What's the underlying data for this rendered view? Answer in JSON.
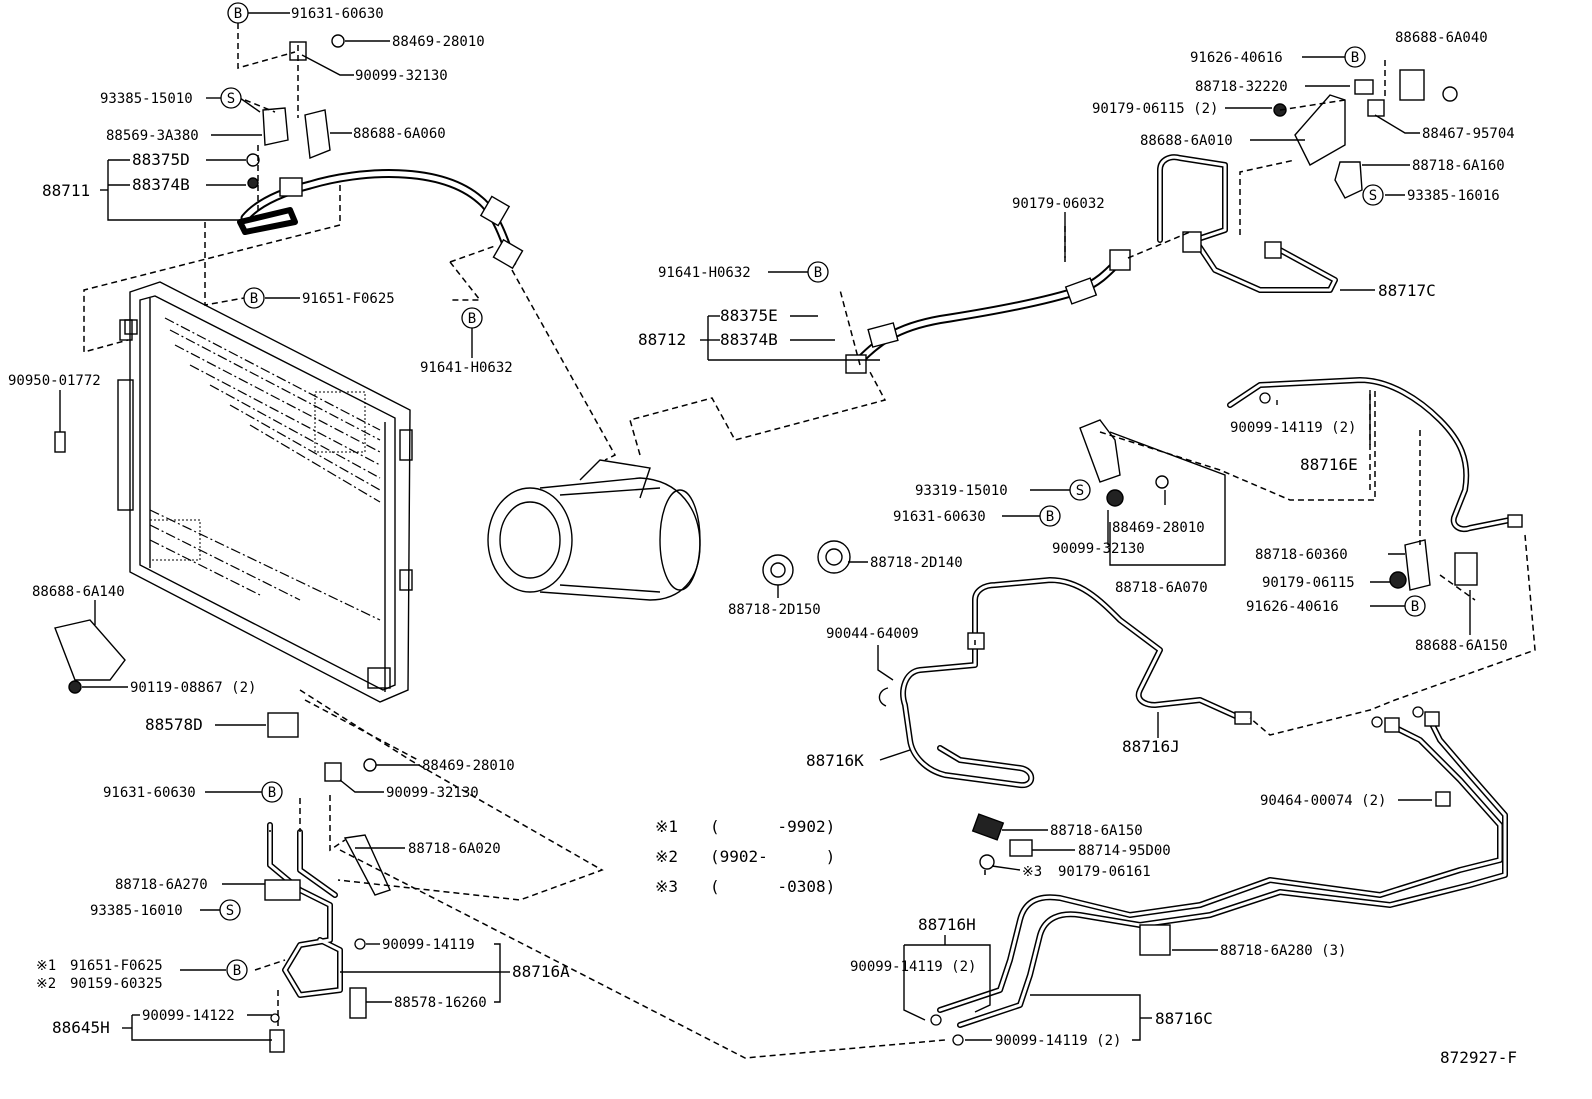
{
  "diagram": {
    "drawing_number": "872927-F",
    "footnotes": [
      {
        "mark": "※1",
        "range": "(      -9902)"
      },
      {
        "mark": "※2",
        "range": "(9902-      )"
      },
      {
        "mark": "※3",
        "range": "(      -0308)"
      }
    ],
    "labels": {
      "p91631_60630_top": "91631-60630",
      "p88469_28010_top": "88469-28010",
      "p90099_32130_top": "90099-32130",
      "p93385_15010": "93385-15010",
      "p88569_3A380": "88569-3A380",
      "p88688_6A060": "88688-6A060",
      "p88375D": "88375D",
      "p88374B": "88374B",
      "p88711": "88711",
      "p91651_F0625_left": "91651-F0625",
      "p91641_H0632_left": "91641-H0632",
      "p90950_01772": "90950-01772",
      "p88688_6A140": "88688-6A140",
      "p90119_08867": "90119-08867 (2)",
      "p88578D": "88578D",
      "p91631_60630_bot": "91631-60630",
      "p88469_28010_bot": "88469-28010",
      "p90099_32130_bot": "90099-32130",
      "p88718_6A020": "88718-6A020",
      "p88718_6A270": "88718-6A270",
      "p93385_16010": "93385-16010",
      "p91651_F0625_bot": "91651-F0625",
      "p90159_60325": "90159-60325",
      "p90099_14119_a": "90099-14119",
      "p88716A": "88716A",
      "p88578_16260": "88578-16260",
      "p90099_14122": "90099-14122",
      "p88645H": "88645H",
      "p91641_H0632_mid": "91641-H0632",
      "p88375E": "88375E",
      "p88374B_mid": "88374B",
      "p88712": "88712",
      "p90179_06032": "90179-06032",
      "p91626_40616_top": "91626-40616",
      "p88718_32220": "88718-32220",
      "p90179_06115_top": "90179-06115 (2)",
      "p88688_6A010": "88688-6A010",
      "p88688_6A040": "88688-6A040",
      "p88467_95704": "88467-95704",
      "p88718_6A160": "88718-6A160",
      "p93385_16016": "93385-16016",
      "p88717C": "88717C",
      "p90099_14119_e": "90099-14119 (2)",
      "p88716E": "88716E",
      "p93319_15010": "93319-15010",
      "p91631_60630_mid": "91631-60630",
      "p88469_28010_mid": "88469-28010",
      "p90099_32130_mid": "90099-32130",
      "p88718_6A070": "88718-6A070",
      "p88718_2D140": "88718-2D140",
      "p88718_2D150": "88718-2D150",
      "p90044_64009": "90044-64009",
      "p88718_60360": "88718-60360",
      "p90179_06115_r": "90179-06115",
      "p91626_40616_r": "91626-40616",
      "p88688_6A150": "88688-6A150",
      "p88716J": "88716J",
      "p88716K": "88716K",
      "p90464_00074": "90464-00074 (2)",
      "p88718_6A150": "88718-6A150",
      "p88714_95D00": "88714-95D00",
      "p90179_06161": "90179-06161",
      "p88716H": "88716H",
      "p90099_14119_h": "90099-14119 (2)",
      "p88718_6A280": "88718-6A280 (3)",
      "p88716C": "88716C",
      "p90099_14119_c": "90099-14119 (2)"
    },
    "symbols": {
      "bolt_mark": "B",
      "screw_mark": "S",
      "note1": "※1",
      "note2": "※2",
      "note3": "※3"
    }
  }
}
